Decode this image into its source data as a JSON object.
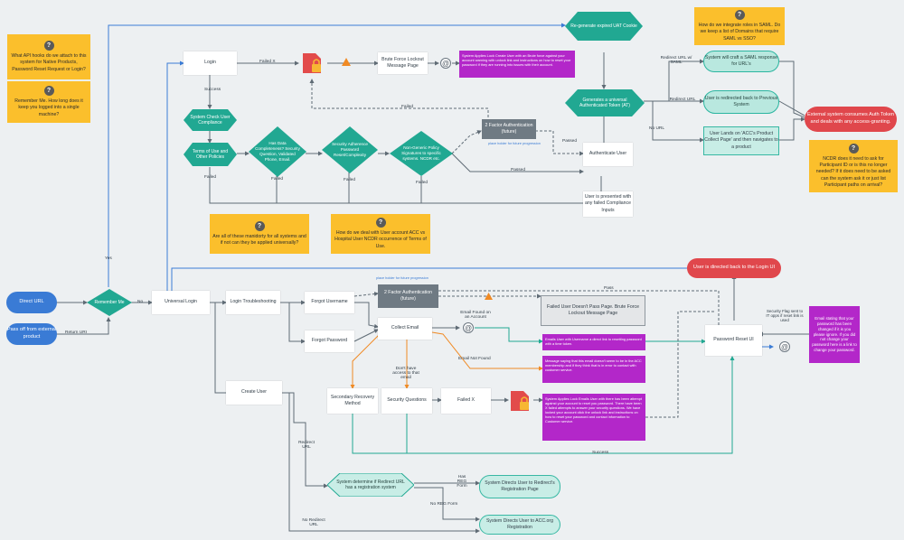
{
  "notes": {
    "api_hooks": "What API hooks do we attach to this system for Native Products, Password Reset Request or  Login?",
    "remember_me_q": "Remember Me.  How long does it keep you logged into a single machine?",
    "saml_roles": "How do we integrate roles in SAML. Do we keep a list of Domains that require SAML vs SSO?",
    "ncdr": "NCDR does it need to ask for Participant ID or is this no longer needed? If it does need to be asked can the system ask it or just list Participant paths on arrival?",
    "mandatory": "Are all of these manidorty for all systems and if not can they be applied universally?",
    "user_account": "How do we deal with User account ACC vs Hospital User NCDR occurrence of Terms of Use.",
    "q_mark": "?"
  },
  "nodes": {
    "direct_url": "Direct URL",
    "pass_off": "Pass off from external product",
    "remember_me": "Remember Me",
    "universal_login": "Universal Login",
    "login": "Login",
    "system_check": "System Check User Compliance",
    "terms": "Terms of Use and Other Policies",
    "has_data": "Has Data Completeness? Security Question, Validated Phone, Email.",
    "security_adherence": "Security Adherence Password Reset/Complexity",
    "non_generic": "Non-Generic Policy Signatures to specific systems. NCDR etc.",
    "two_factor_future": "2 Factor Authentication (future)",
    "authenticate_user": "Authenticate User",
    "user_presented": "User is presented with  any failed Compliance Inputs",
    "brute_force_page": "Brute Force Lockout Message Page",
    "re_generate": "Re-generate expired UAT Cookie",
    "generates_token": "Generates a universal Authenticated Token (AT)",
    "saml_response": "System will craft a SAML response for URL's",
    "redirected_back": "User is redirected back to Previous System",
    "user_lands": "User Lands on 'ACC's Product Collect Page' and then navigates to a product",
    "external_consumes": "External system consumes Auth Token and deals with any access-granting.",
    "directed_back": "User is directed back to the Login UI",
    "login_troubleshooting": "Login Troubleshooting",
    "forgot_username": "Forgot Username",
    "forgot_password": "Forgot Password",
    "two_factor_2": "2 Factor Authentication (future)",
    "collect_email": "Collect Email",
    "failed_user": "Failed User Doesn't Pass Page.  Brute Force Lockout Message Page",
    "password_reset_ui": "Password Reset UI",
    "email_stating": "Email stating that your password has been changed if it is you please ignore. If you did not change your password here is a link to change your password.",
    "create_user": "Create User",
    "secondary_recovery": "Secondary Recovery Method",
    "security_questions": "Security Questions",
    "failed_x2": "Failed X",
    "system_determine": "System determine if Redirect URL has a registration system",
    "redirect_registration": "System Directs User to Redirect's Registration Page",
    "acc_registration": "System Directs User to ACC.org Registration"
  },
  "purple": {
    "lock1": "System Applies Lock Create User with an Brute force against your account warning with unlock link and instructions on how to reset your password if they are running into issues with their account.",
    "email_username": "Emails User with Username a direct link to resetting password with a time token.",
    "message_not_exist": "Message saying that this email doesn't seem to be in the ACC membership and if they think that is in error to contact with customer service.",
    "lock2": "System Applies Lock Emails User with there has been attempt against your account to reset you password. There have been X failed attempts to answer your security questions. We have locked your account click the unlock link and instructions on how to reset your password and contact information to Customer service."
  },
  "labels": {
    "yes": "Yes",
    "no": "No",
    "return_uri": "Return URI",
    "failed_x": "Failed X",
    "success": "Success",
    "failed": "Failed",
    "passed": "Passed",
    "placeholder": "place holder for future progression",
    "redirect_saml": "Redirect URL w/ SAML",
    "redirect_url": "Redirect URL",
    "no_url": "No URL",
    "email_found": "Email Found on an Account",
    "email_not_found": "Email Not Found",
    "dont_have": "Don't have access to that email",
    "security_flag": "Security Flag sent to IT opps if reset link is used",
    "pass": "Pass",
    "redirect_url2": "Redirect URL",
    "has_reg": "Has REG Form",
    "no_reg": "No REG Form",
    "no_redirect": "No Redirect URL"
  },
  "colors": {
    "teal": "#21a892",
    "blue": "#3a7bd5",
    "red": "#e0474c",
    "yellow": "#fbbf2c",
    "purple": "#b327c9",
    "orange": "#f08a24",
    "line": "#5f6b75"
  }
}
